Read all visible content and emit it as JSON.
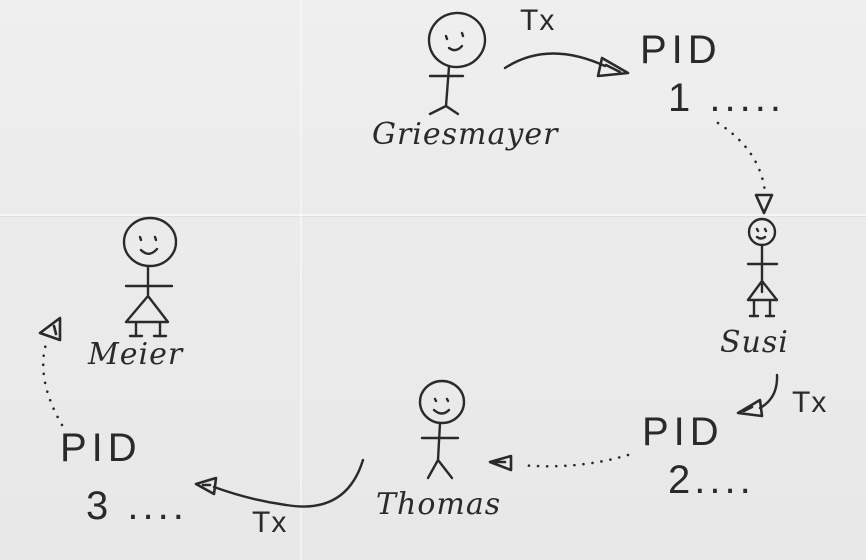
{
  "people": [
    {
      "name": "Griesmayer"
    },
    {
      "name": "Susi"
    },
    {
      "name": "Thomas"
    },
    {
      "name": "Meier"
    }
  ],
  "transfers": [
    {
      "label": "Tx",
      "pid_word": "PID",
      "pid_rest": "1 ....."
    },
    {
      "label": "Tx",
      "pid_word": "PID",
      "pid_rest": "2...."
    },
    {
      "label": "Tx",
      "pid_word": "PID",
      "pid_rest": "3 ...."
    }
  ]
}
